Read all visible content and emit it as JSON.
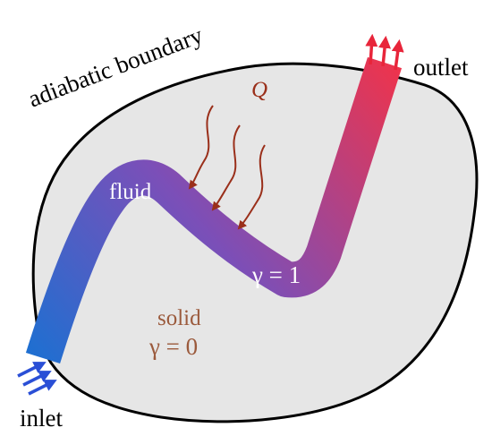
{
  "labels": {
    "boundary": "adiabatic boundary",
    "outlet": "outlet",
    "inlet": "inlet",
    "heat": "Q",
    "fluid": "fluid",
    "gamma_fluid": "γ = 1",
    "solid": "solid",
    "gamma_solid": "γ = 0"
  },
  "colors": {
    "domain_fill": "#e6e6e6",
    "boundary_stroke": "#000000",
    "channel_inlet": "#1f6fd1",
    "channel_mid": "#7b4fb8",
    "channel_outlet": "#f0334a",
    "inlet_arrows": "#2a4fd6",
    "outlet_arrows": "#e8253a",
    "heat_arrows": "#9a2f1a",
    "solid_text": "#9b5a3c",
    "fluid_text": "#ffffff",
    "label_text": "#000000"
  },
  "icons": {
    "inlet_arrows": "triple-arrow-icon",
    "outlet_arrows": "triple-arrow-icon",
    "heat_arrows": "wavy-arrow-icon"
  }
}
